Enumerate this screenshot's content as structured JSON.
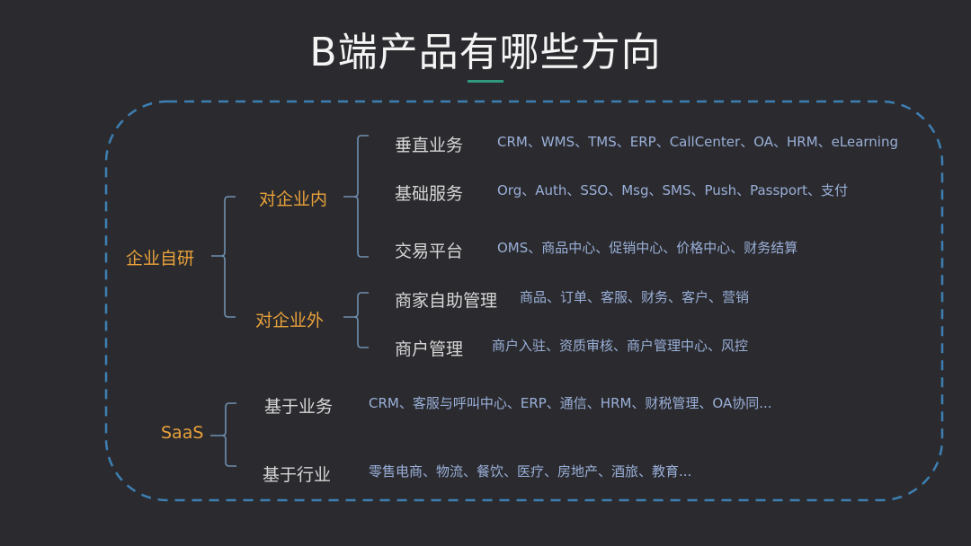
{
  "title": "B端产品有哪些方向",
  "colors": {
    "background": "#2b2b2f",
    "title": "#f4f4f4",
    "accent_underline": "#2f9a80",
    "category": "#e9a13b",
    "subcategory": "#d6d6d6",
    "examples": "#9aafd8",
    "dashed_border": "#3d7fb3",
    "bracket": "#6f8fb0"
  },
  "tree": {
    "in_house": {
      "label": "企业自研",
      "internal": {
        "label": "对企业内",
        "items": [
          {
            "label": "垂直业务",
            "examples": "CRM、WMS、TMS、ERP、CallCenter、OA、HRM、eLearning"
          },
          {
            "label": "基础服务",
            "examples": "Org、Auth、SSO、Msg、SMS、Push、Passport、支付"
          },
          {
            "label": "交易平台",
            "examples": "OMS、商品中心、促销中心、价格中心、财务结算"
          }
        ]
      },
      "external": {
        "label": "对企业外",
        "items": [
          {
            "label": "商家自助管理",
            "examples": "商品、订单、客服、财务、客户、营销"
          },
          {
            "label": "商户管理",
            "examples": "商户入驻、资质审核、商户管理中心、风控"
          }
        ]
      }
    },
    "saas": {
      "label": "SaaS",
      "items": [
        {
          "label": "基于业务",
          "examples": "CRM、客服与呼叫中心、ERP、通信、HRM、财税管理、OA协同..."
        },
        {
          "label": "基于行业",
          "examples": "零售电商、物流、餐饮、医疗、房地产、酒旅、教育..."
        }
      ]
    }
  }
}
